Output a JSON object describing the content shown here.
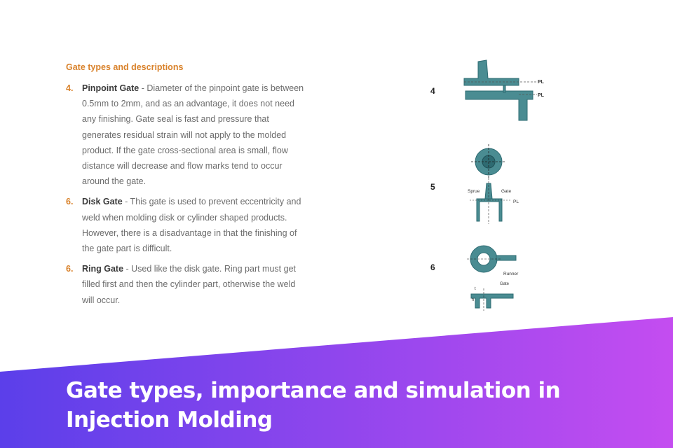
{
  "document": {
    "section_heading": "Gate types and descriptions",
    "items": [
      {
        "number": "4.",
        "name": "Pinpoint Gate",
        "description": " - Diameter of the pinpoint gate is between 0.5mm to 2mm, and as an advantage, it does not need any finishing. Gate seal is fast and pressure that generates residual strain will not apply to the molded product. If the gate cross-sectional area is small, flow distance will decrease and flow marks tend to occur around the gate."
      },
      {
        "number": "6.",
        "name": "Disk Gate",
        "description": " - This gate is used to prevent eccentricity and weld when molding disk or cylinder shaped products. However, there is a disadvantage in that the finishing of the gate part is difficult."
      },
      {
        "number": "6.",
        "name": "Ring Gate",
        "description": " - Used like the disk gate. Ring part must get filled first and then the cylinder part, otherwise the weld will occur."
      }
    ],
    "figures": [
      {
        "label": "4",
        "annotations": [
          "PL",
          "PL"
        ]
      },
      {
        "label": "5",
        "annotations": [
          "Sprue",
          "Gate",
          "PL"
        ]
      },
      {
        "label": "6",
        "annotations": [
          "Runner",
          "Gate",
          "t",
          "h"
        ]
      }
    ]
  },
  "banner": {
    "title_line1": "Gate types, importance and simulation in",
    "title_line2": "Injection Molding",
    "gradient_start": "#5b3fea",
    "gradient_end": "#c44df0"
  },
  "colors": {
    "accent": "#d9822b",
    "diagram_fill": "#4a8c92",
    "diagram_stroke": "#2e6b72"
  }
}
